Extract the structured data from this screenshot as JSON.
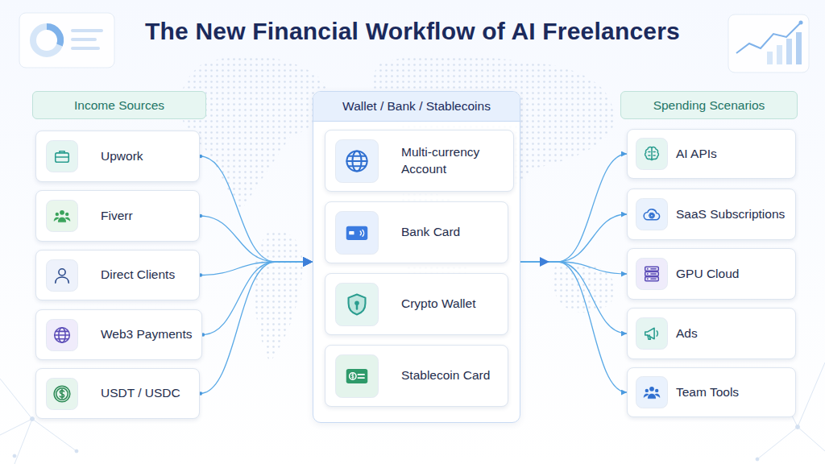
{
  "diagram": {
    "title": "The New Financial Workflow of AI Freelancers",
    "nodes": [
      {
        "text": [
          "Income Sources"
        ]
      },
      {
        "text": [
          "Upwork"
        ],
        "in": 0
      },
      {
        "text": [
          "Fiverr"
        ],
        "in": 0
      },
      {
        "text": [
          "Direct Clients"
        ],
        "in": 0
      },
      {
        "text": [
          "Web3 Payments"
        ],
        "in": 0
      },
      {
        "text": [
          "USDT / USDC"
        ],
        "in": 0
      },
      {
        "text": [
          "Wallet / Bank / Stablecoins"
        ]
      },
      {
        "text": [
          "Multi-currency Account"
        ],
        "in": 6
      },
      {
        "text": [
          "Bank Card"
        ],
        "in": 6
      },
      {
        "text": [
          "Crypto Wallet"
        ],
        "in": 6
      },
      {
        "text": [
          "Stablecoin Card"
        ],
        "in": 6
      },
      {
        "text": [
          "Spending Scenarios"
        ]
      },
      {
        "text": [
          "AI APIs"
        ],
        "in": 11
      },
      {
        "text": [
          "SaaS Subscriptions"
        ],
        "in": 11
      },
      {
        "text": [
          "GPU Cloud"
        ],
        "in": 11
      },
      {
        "text": [
          "Ads"
        ],
        "in": 11
      },
      {
        "text": [
          "Team Tools"
        ],
        "in": 11
      }
    ],
    "edges": [
      {
        "from": 1,
        "to": 6,
        "arrow": "to"
      },
      {
        "from": 2,
        "to": 6,
        "arrow": "to"
      },
      {
        "from": 3,
        "to": 6,
        "arrow": "to"
      },
      {
        "from": 4,
        "to": 6,
        "arrow": "to"
      },
      {
        "from": 5,
        "to": 6,
        "arrow": "to"
      },
      {
        "from": 6,
        "to": 12,
        "arrow": "to"
      },
      {
        "from": 6,
        "to": 13,
        "arrow": "to"
      },
      {
        "from": 6,
        "to": 14,
        "arrow": "to"
      },
      {
        "from": 6,
        "to": 15,
        "arrow": "to"
      },
      {
        "from": 6,
        "to": 16,
        "arrow": "to"
      }
    ]
  }
}
